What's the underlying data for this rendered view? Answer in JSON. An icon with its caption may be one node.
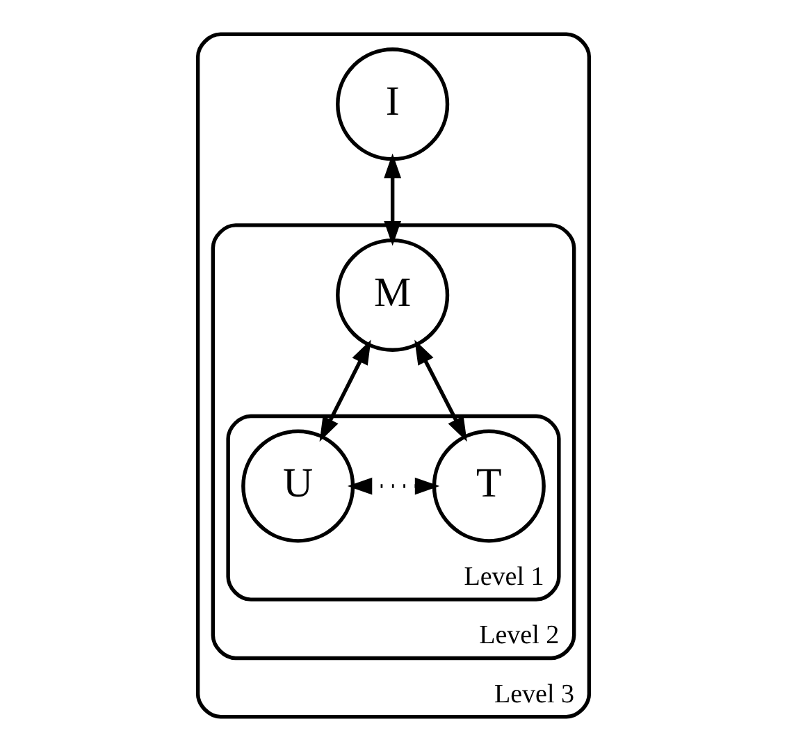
{
  "diagram": {
    "nodes": [
      {
        "text": [
          "Level 3"
        ]
      },
      {
        "text": [
          "I"
        ],
        "in": 0
      },
      {
        "text": [
          "Level 2"
        ],
        "in": 0
      },
      {
        "text": [
          "M"
        ],
        "in": 2
      },
      {
        "text": [
          "Level 1"
        ],
        "in": 2
      },
      {
        "text": [
          "T"
        ],
        "in": 4
      },
      {
        "text": [
          "U"
        ],
        "in": 4
      }
    ],
    "edges": [
      {
        "from": 1,
        "to": 3,
        "arrow": "both"
      },
      {
        "from": 3,
        "to": 5,
        "arrow": "both"
      },
      {
        "from": 3,
        "to": 6,
        "arrow": "both"
      },
      {
        "from": 5,
        "to": 6,
        "arrow": "both",
        "style": "dashed"
      }
    ]
  }
}
